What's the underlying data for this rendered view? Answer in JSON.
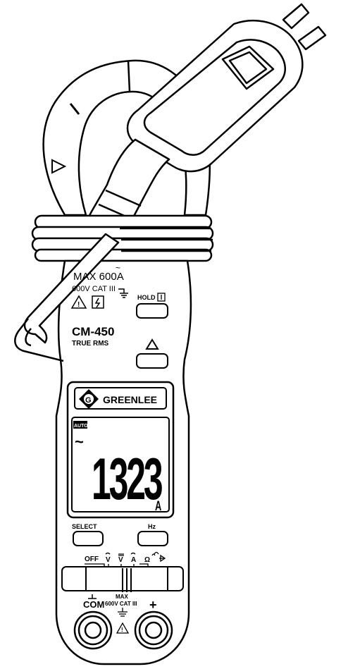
{
  "spec": {
    "max_rating": "MAX 600A",
    "cat_rating": "600V CAT III",
    "model": "CM-450",
    "subtitle": "TRUE RMS"
  },
  "buttons": {
    "hold": "HOLD",
    "select": "SELECT",
    "hz": "Hz"
  },
  "brand": "GREENLEE",
  "brand_logo_letter": "G",
  "display": {
    "auto_label": "AUTO",
    "ac_symbol": "~",
    "reading": "1323",
    "unit": "A"
  },
  "dial": {
    "off": "OFF",
    "positions": [
      "V",
      "V",
      "A",
      "Ω"
    ]
  },
  "terminals": {
    "com_label": "COM",
    "plus_label": "+",
    "max_label": "MAX",
    "cat_label": "600V CAT III"
  },
  "colors": {
    "ink": "#000000",
    "body": "#ffffff"
  }
}
